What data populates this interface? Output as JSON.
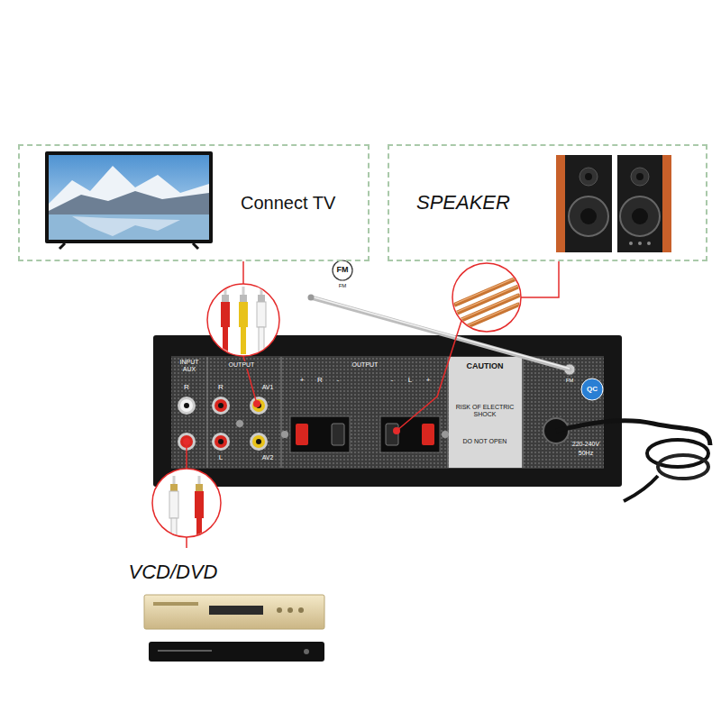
{
  "diagram": {
    "nodes": [
      {
        "text": [
          "Connect TV"
        ]
      },
      {
        "text": [
          "SPEAKER"
        ]
      }
    ],
    "labels": [
      "VCD/DVD",
      "FM",
      "FM",
      "INPUT AUX",
      "R",
      "R",
      "L",
      "OUTPUT",
      "AV1",
      "AV2",
      "OUTPUT",
      "+",
      "R",
      "-",
      "-",
      "L",
      "+",
      "CAUTION",
      "RISK OF ELECTRIC SHOCK",
      "DO NOT OPEN",
      "220-240V",
      "50Hz",
      "QC",
      "FM"
    ]
  }
}
